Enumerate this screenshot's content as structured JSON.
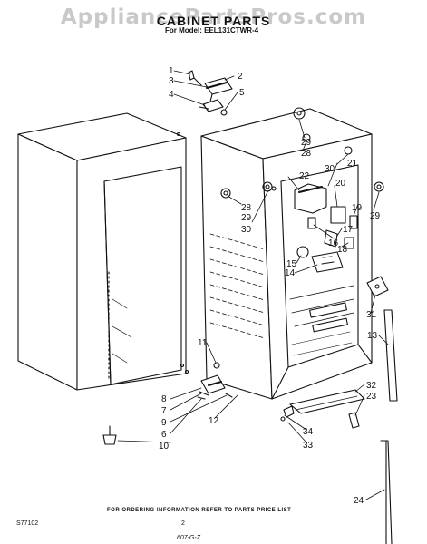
{
  "header": {
    "watermark": "AppliancePartsPros.com",
    "title": "CABINET PARTS",
    "model": "For Model: EEL131CTWR-4"
  },
  "footer": {
    "info": "FOR ORDERING INFORMATION REFER TO PARTS PRICE LIST",
    "code": "S77102",
    "page": "2",
    "sig": "607-G-Z"
  },
  "callouts": [
    "1",
    "2",
    "3",
    "4",
    "5",
    "29",
    "28",
    "30",
    "21",
    "22",
    "20",
    "28",
    "29",
    "30",
    "29",
    "19",
    "18",
    "17",
    "16",
    "15",
    "14",
    "31",
    "13",
    "11",
    "8",
    "7",
    "9",
    "6",
    "10",
    "12",
    "32",
    "23",
    "34",
    "33",
    "24"
  ]
}
